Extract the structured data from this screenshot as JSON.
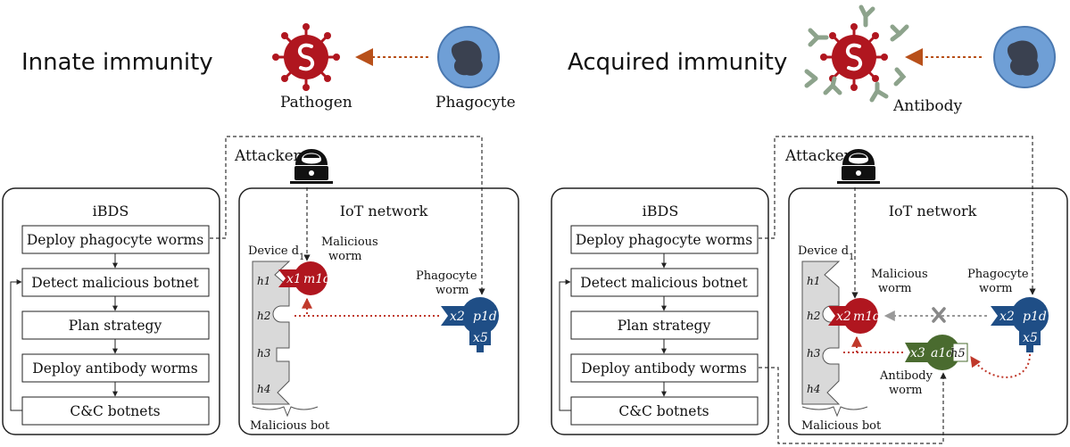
{
  "left": {
    "heading": "Innate immunity",
    "pathogen_label": "Pathogen",
    "phagocyte_label": "Phagocyte",
    "attacker_label": "Attacker",
    "ibds": {
      "title": "iBDS",
      "steps": [
        "Deploy phagocyte worms",
        "Detect malicious botnet",
        "Plan strategy",
        "Deploy antibody worms",
        "C&C botnets"
      ]
    },
    "iot": {
      "title": "IoT network",
      "device_label": "Device d",
      "device_sub": "1",
      "ports": [
        "h1",
        "h2",
        "h3",
        "h4"
      ],
      "malicious_bot_label": "Malicious bot",
      "malicious_worm_label": [
        "Malicious",
        "worm"
      ],
      "phagocyte_worm_label": [
        "Phagocyte",
        "worm"
      ],
      "malicious_tokens": [
        "x1",
        "m1d"
      ],
      "phagocyte_tokens": [
        "x2",
        "p1d",
        "x5"
      ]
    }
  },
  "right": {
    "heading": "Acquired immunity",
    "antibody_label": "Antibody",
    "attacker_label": "Attacker",
    "ibds": {
      "title": "iBDS",
      "steps": [
        "Deploy phagocyte worms",
        "Detect malicious botnet",
        "Plan strategy",
        "Deploy antibody worms",
        "C&C botnets"
      ]
    },
    "iot": {
      "title": "IoT network",
      "device_label": "Device d",
      "device_sub": "1",
      "ports": [
        "h1",
        "h2",
        "h3",
        "h4"
      ],
      "malicious_bot_label": "Malicious bot",
      "malicious_worm_label": [
        "Malicious",
        "worm"
      ],
      "phagocyte_worm_label": [
        "Phagocyte",
        "worm"
      ],
      "antibody_worm_label": [
        "Antibody",
        "worm"
      ],
      "malicious_tokens": [
        "x2",
        "m1d"
      ],
      "phagocyte_tokens": [
        "x2",
        "p1d",
        "x5"
      ],
      "antibody_tokens": [
        "x3",
        "a1d",
        "h5"
      ]
    }
  },
  "colors": {
    "pathogen": "#b0161f",
    "phagocyte": "#2a5c96",
    "phagocyte_cell": "#6f9fd6",
    "antibody_worm": "#4a6b2f",
    "antibody_y": "#8da38c",
    "arrow_red": "#c0392b",
    "arrow_orange": "#b8501a",
    "device_fill": "#d9d9d9"
  }
}
